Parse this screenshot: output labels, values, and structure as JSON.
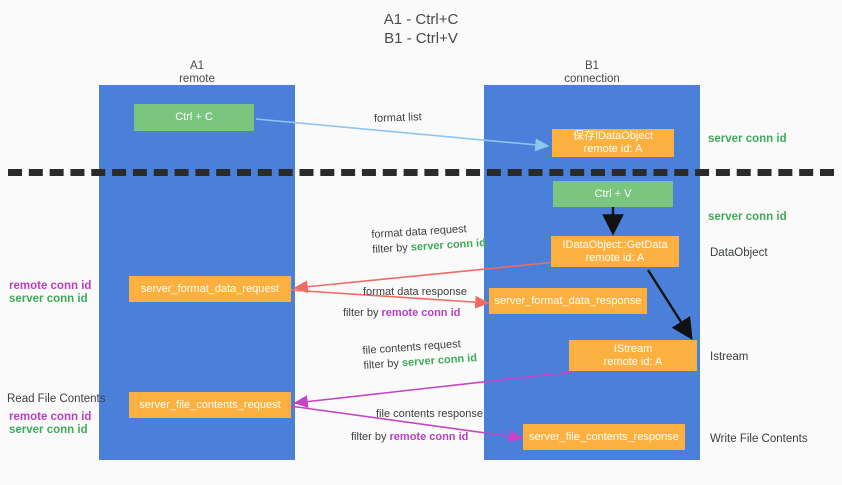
{
  "title": {
    "line1": "A1 - Ctrl+C",
    "line2": "B1 - Ctrl+V"
  },
  "colors": {
    "lane": "#4a80da",
    "green_node": "#7ac67f",
    "orange_node": "#fbb040",
    "green_text": "#3faa5a",
    "purple_text": "#b93fc4",
    "divider": "#2b2b2b",
    "background": "#fafafa"
  },
  "lanes": [
    {
      "id": "a1",
      "name": "A1",
      "sub": "remote"
    },
    {
      "id": "b1",
      "name": "B1",
      "sub": "connection"
    }
  ],
  "nodes": {
    "ctrl_c": {
      "line1": "Ctrl + C",
      "line2": ""
    },
    "save_idataobject": {
      "line1": "保存IDataObject",
      "line2": "remote id: A"
    },
    "ctrl_v": {
      "line1": "Ctrl + V",
      "line2": ""
    },
    "getdata": {
      "line1": "IDataObject::GetData",
      "line2": "remote id: A"
    },
    "istream": {
      "line1": "IStream",
      "line2": "remote id: A"
    },
    "fmt_req": {
      "line1": "server_format_data_request",
      "line2": ""
    },
    "fmt_res": {
      "line1": "server_format_data_response",
      "line2": ""
    },
    "file_req": {
      "line1": "server_file_contents_request",
      "line2": ""
    },
    "file_res": {
      "line1": "server_file_contents_response",
      "line2": ""
    }
  },
  "captions": {
    "format_list": "format list",
    "fmt_req_l1": "format data request",
    "fmt_req_l2_pre": "filter by ",
    "fmt_req_l2_key": "server conn id",
    "fmt_res_l1": "format data response",
    "fmt_res_l2_pre": "filter by ",
    "fmt_res_l2_key": "remote conn id",
    "file_req_l1": "file contents request",
    "file_req_l2_pre": "filter by ",
    "file_req_l2_key": "server conn id",
    "file_res_l1": "file contents response",
    "file_res_l2_pre": "filter by ",
    "file_res_l2_key": "remote conn id"
  },
  "right_labels": {
    "server_conn_id_1": "server conn id",
    "server_conn_id_2": "server conn id",
    "dataobject": "DataObject",
    "istream": "Istream",
    "write_file_contents": "Write File Contents"
  },
  "left_labels": {
    "remote_conn_id_1": "remote conn id",
    "server_conn_id_1": "server conn id",
    "read_file_contents": "Read File Contents",
    "remote_conn_id_2": "remote conn id",
    "server_conn_id_2": "server conn id"
  }
}
